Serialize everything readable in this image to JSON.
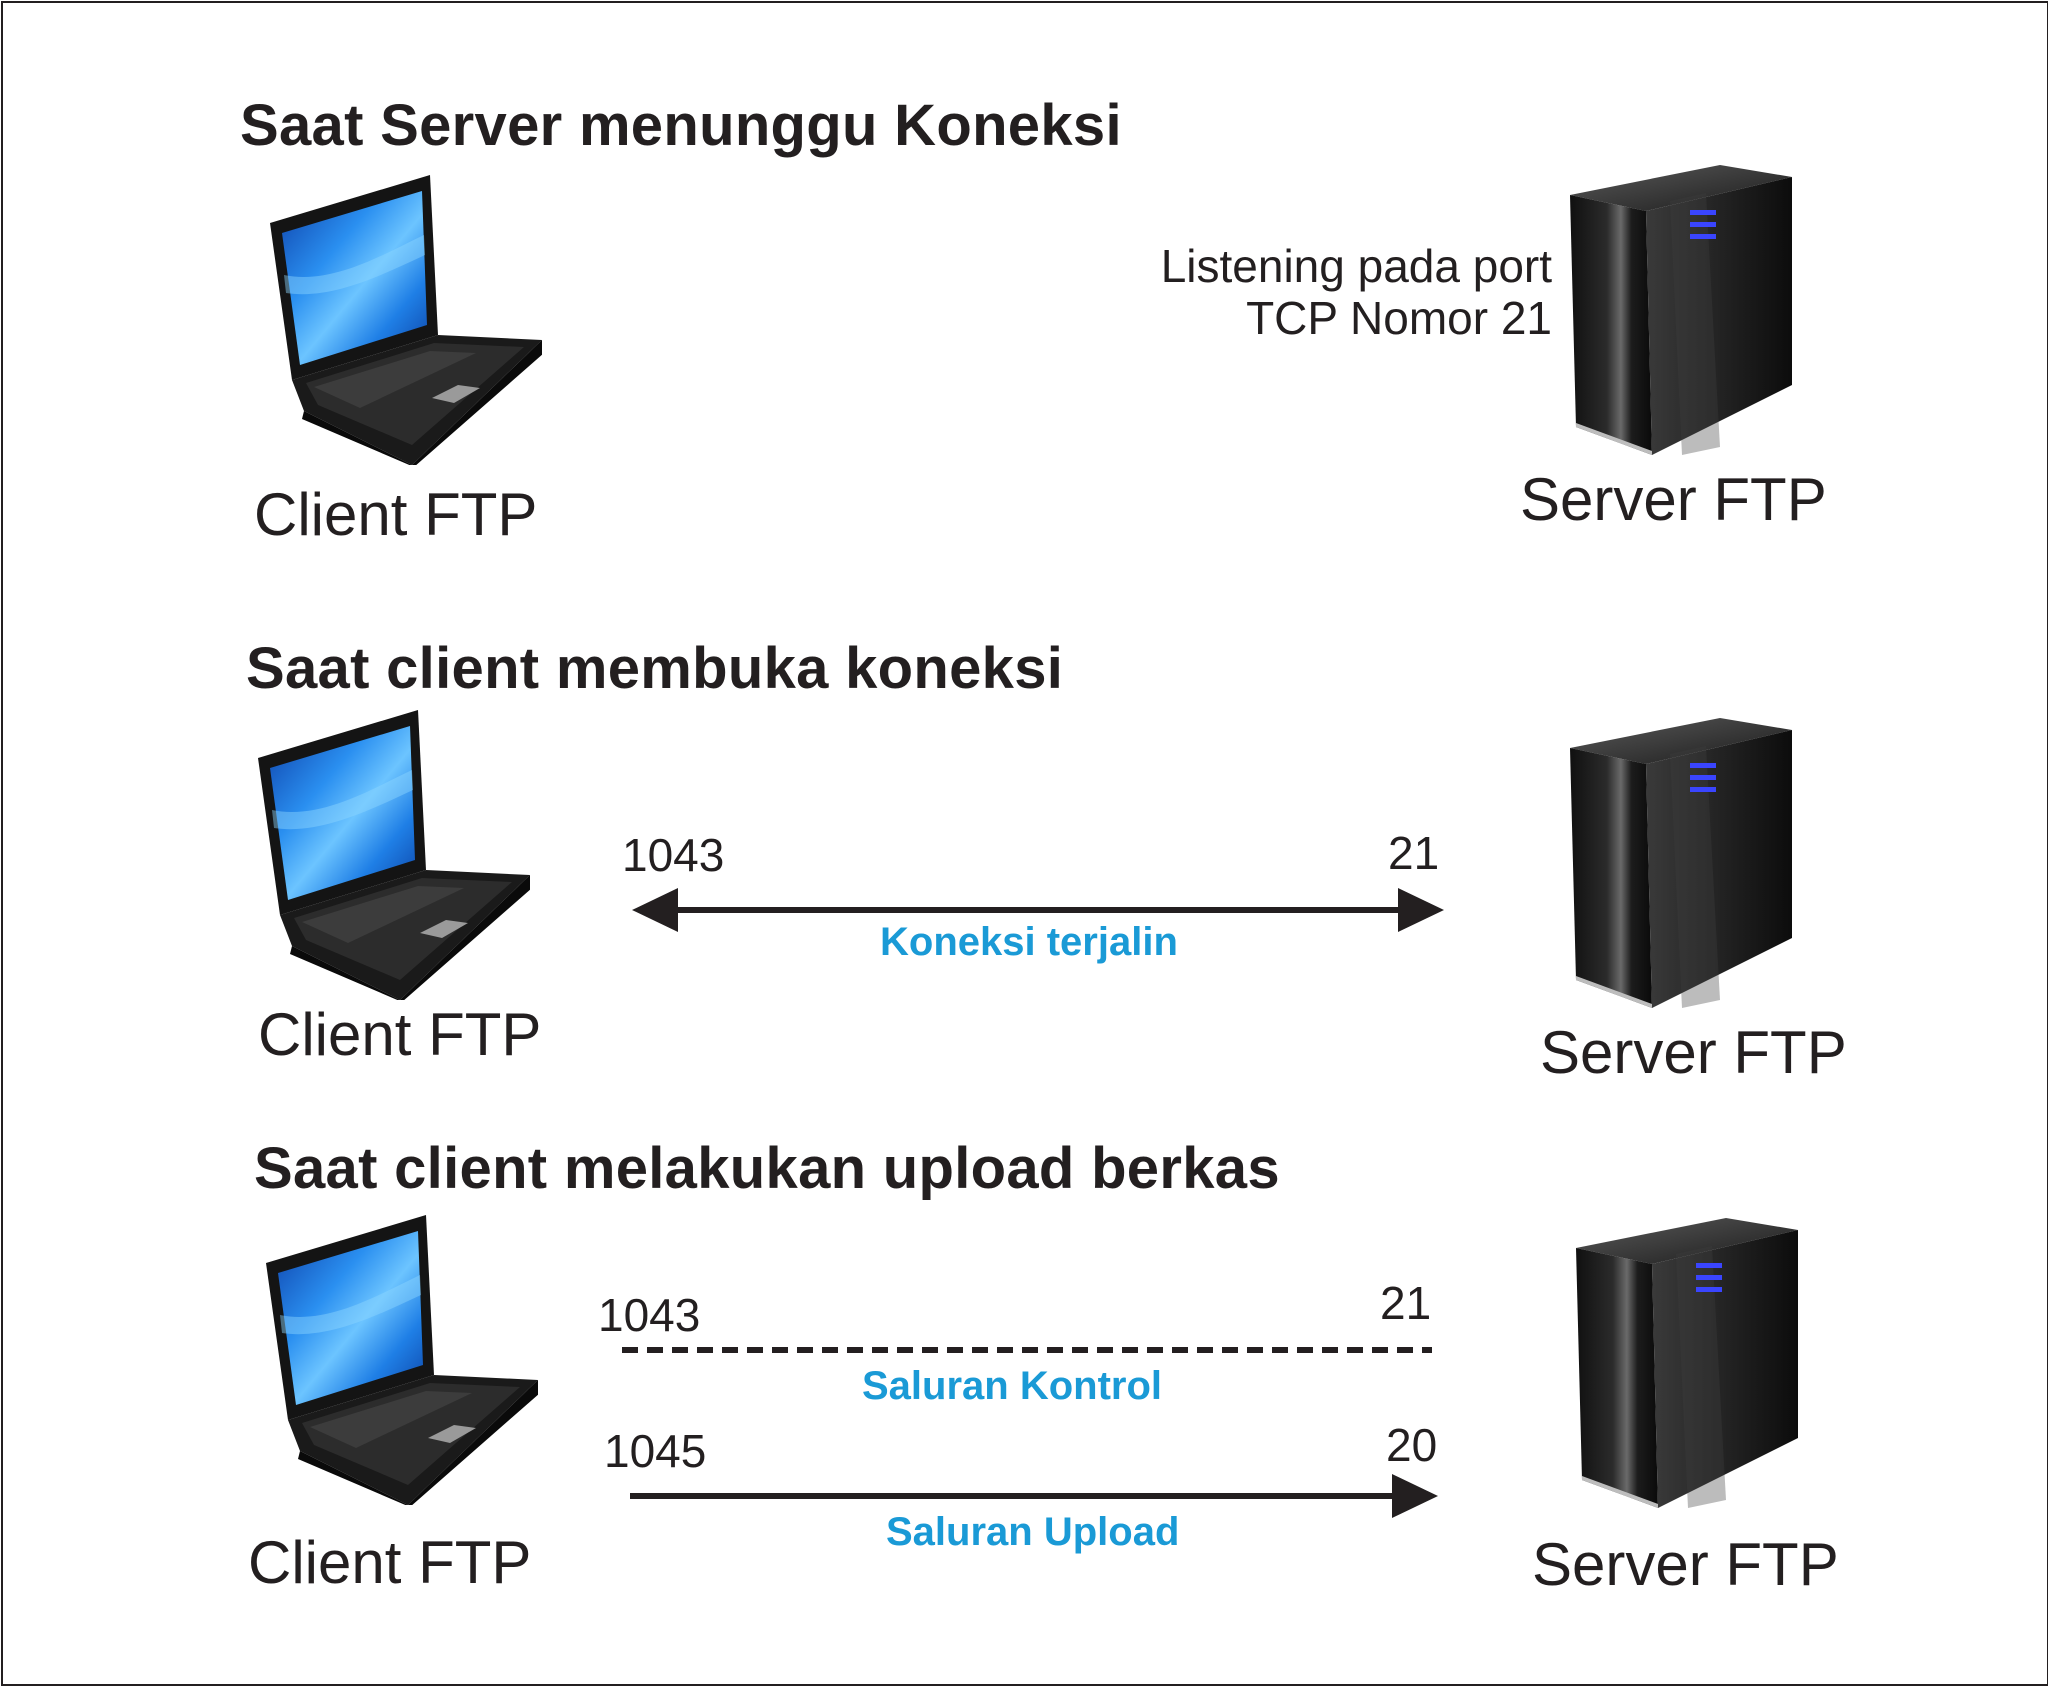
{
  "sections": [
    {
      "heading": "Saat Server menunggu Koneksi",
      "client_label": "Client FTP",
      "server_label": "Server FTP",
      "server_note": [
        "Listening pada port",
        "TCP Nomor 21"
      ]
    },
    {
      "heading": "Saat client membuka koneksi",
      "client_label": "Client FTP",
      "server_label": "Server FTP",
      "connection": {
        "client_port": "1043",
        "server_port": "21",
        "label": "Koneksi terjalin",
        "style": "double-arrow"
      }
    },
    {
      "heading": "Saat client melakukan upload berkas",
      "client_label": "Client FTP",
      "server_label": "Server FTP",
      "channels": [
        {
          "client_port": "1043",
          "server_port": "21",
          "label": "Saluran Kontrol",
          "style": "dashed"
        },
        {
          "client_port": "1045",
          "server_port": "20",
          "label": "Saluran Upload",
          "style": "arrow-to-server"
        }
      ]
    }
  ],
  "colors": {
    "text": "#231f20",
    "link_label": "#1a9ad6",
    "line": "#231f20",
    "laptop_screen": "#2a8ff0",
    "server_led": "#3a45ff"
  },
  "icons": {
    "client": "laptop-icon",
    "server": "server-tower-icon"
  }
}
